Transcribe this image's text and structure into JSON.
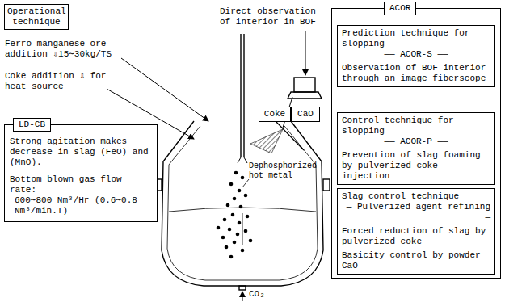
{
  "diagram": {
    "nodes": [
      {
        "text": [
          "Operational technique"
        ]
      },
      {
        "text": [
          "LD-CB",
          "Strong agitation makes decrease in slag (FeO) and (MnO).",
          "Bottom blown gas flow rate:",
          "600∼800 Nm³/Hr (0.6∼0.8 Nm³/min.T)"
        ]
      },
      {
        "text": [
          "ACOR"
        ]
      },
      {
        "text": [
          "Prediction technique for slopping",
          "—— ACOR-S ——",
          "Observation of BOF interior through an image fiberscope"
        ],
        "in": 2
      },
      {
        "text": [
          "Control technique for slopping",
          "—— ACOR-P ——",
          "Prevention of slag foaming by pulverized coke injection"
        ],
        "in": 2
      },
      {
        "text": [
          "Slag control technique",
          "— Pulverized agent refining —",
          "Forced reduction of slag by pulverized coke",
          "Basicity control by powder CaO"
        ],
        "in": 2
      },
      {
        "text": [
          "Coke"
        ]
      },
      {
        "text": [
          "CaO"
        ]
      }
    ],
    "labels": [
      "Ferro-manganese ore addition ⇩15∼30kg/TS",
      "Coke addition ⇩ for heat source",
      "Direct observation of interior in BOF",
      "Dephosphorized hot metal",
      "CO₂"
    ]
  }
}
